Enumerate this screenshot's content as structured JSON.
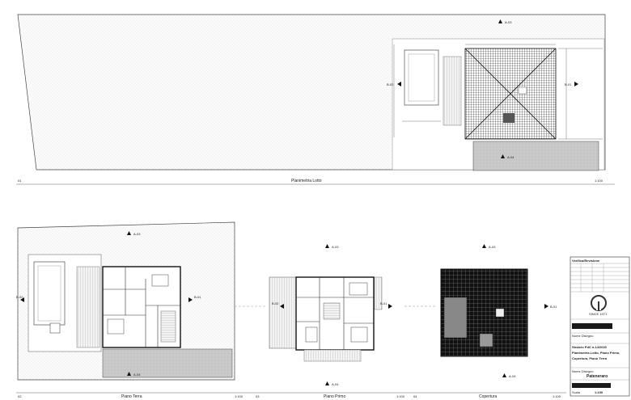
{
  "sheet": {
    "views": [
      {
        "number": "01",
        "title": "Planimetria Lotto",
        "scale": "1:100"
      },
      {
        "number": "02",
        "title": "Piano Terra",
        "scale": "1:100"
      },
      {
        "number": "03",
        "title": "Piano Primo",
        "scale": "1:100"
      },
      {
        "number": "04",
        "title": "Copertura",
        "scale": "1:100"
      }
    ],
    "section_tags": {
      "a03": "A-03",
      "a04": "A-04",
      "b01": "B-01",
      "b02": "B-02"
    },
    "title_block": {
      "header_label": "Verifica/Revisione",
      "logo_text": "SINCE 1971",
      "project_label": "Nome Disegno",
      "project_line1": "Stralcio PdC n.14/2020",
      "project_line2": "Planimetria Lotto, Piano Primo,",
      "project_line3": "Copertura, Piano Terra",
      "client_label": "Nome Disegno",
      "client_name": "Pateneraro",
      "scale_label": "Scala",
      "scale_value": "1:100"
    }
  }
}
